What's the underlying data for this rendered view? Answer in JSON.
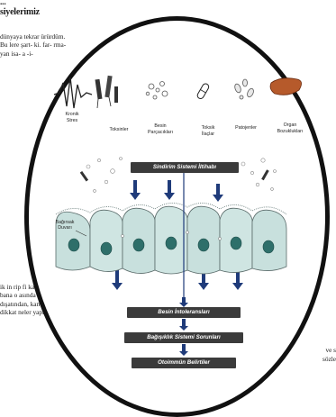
{
  "heading_cut": "...",
  "heading": "siyelerimiz",
  "paragraph_top": "dünyaya tekrar ürürdüm. Bu lere şart- ki. far- rma- yan isa- a -i-",
  "paragraph_bottom": "ik in rip fi kan ek vere- ek, bana o asında ki- dışatından, kan m ile ilgili dikkat neler yapıyoruz.",
  "paragraph_right": "ve s sözle",
  "diagram": {
    "triggers": [
      {
        "label": "Kronik\nStres",
        "icon": "stress-wave-icon"
      },
      {
        "label": "Toksinler",
        "icon": "syringe-icon"
      },
      {
        "label": "Besin\nParçacıkları",
        "icon": "food-particles-icon"
      },
      {
        "label": "Toksik\nİlaçlar",
        "icon": "pill-icon"
      },
      {
        "label": "Patojenler",
        "icon": "pathogen-icon"
      },
      {
        "label": "Organ\nBozuklukları",
        "icon": "liver-icon"
      }
    ],
    "top_box": "Sindirim Sistemi İltihabı",
    "wall_label": "Bağırsak\nDuvarı",
    "flow": [
      "Besin İntoleransları",
      "Bağışıklık Sistemi Sorunları",
      "Otoimmün Belirtiler"
    ],
    "colors": {
      "box": "#3b3b3b",
      "cell": "#c8e0dd",
      "nucleus": "#2e6f6a",
      "arrow": "#1f3b7a",
      "outline": "#111111"
    }
  }
}
